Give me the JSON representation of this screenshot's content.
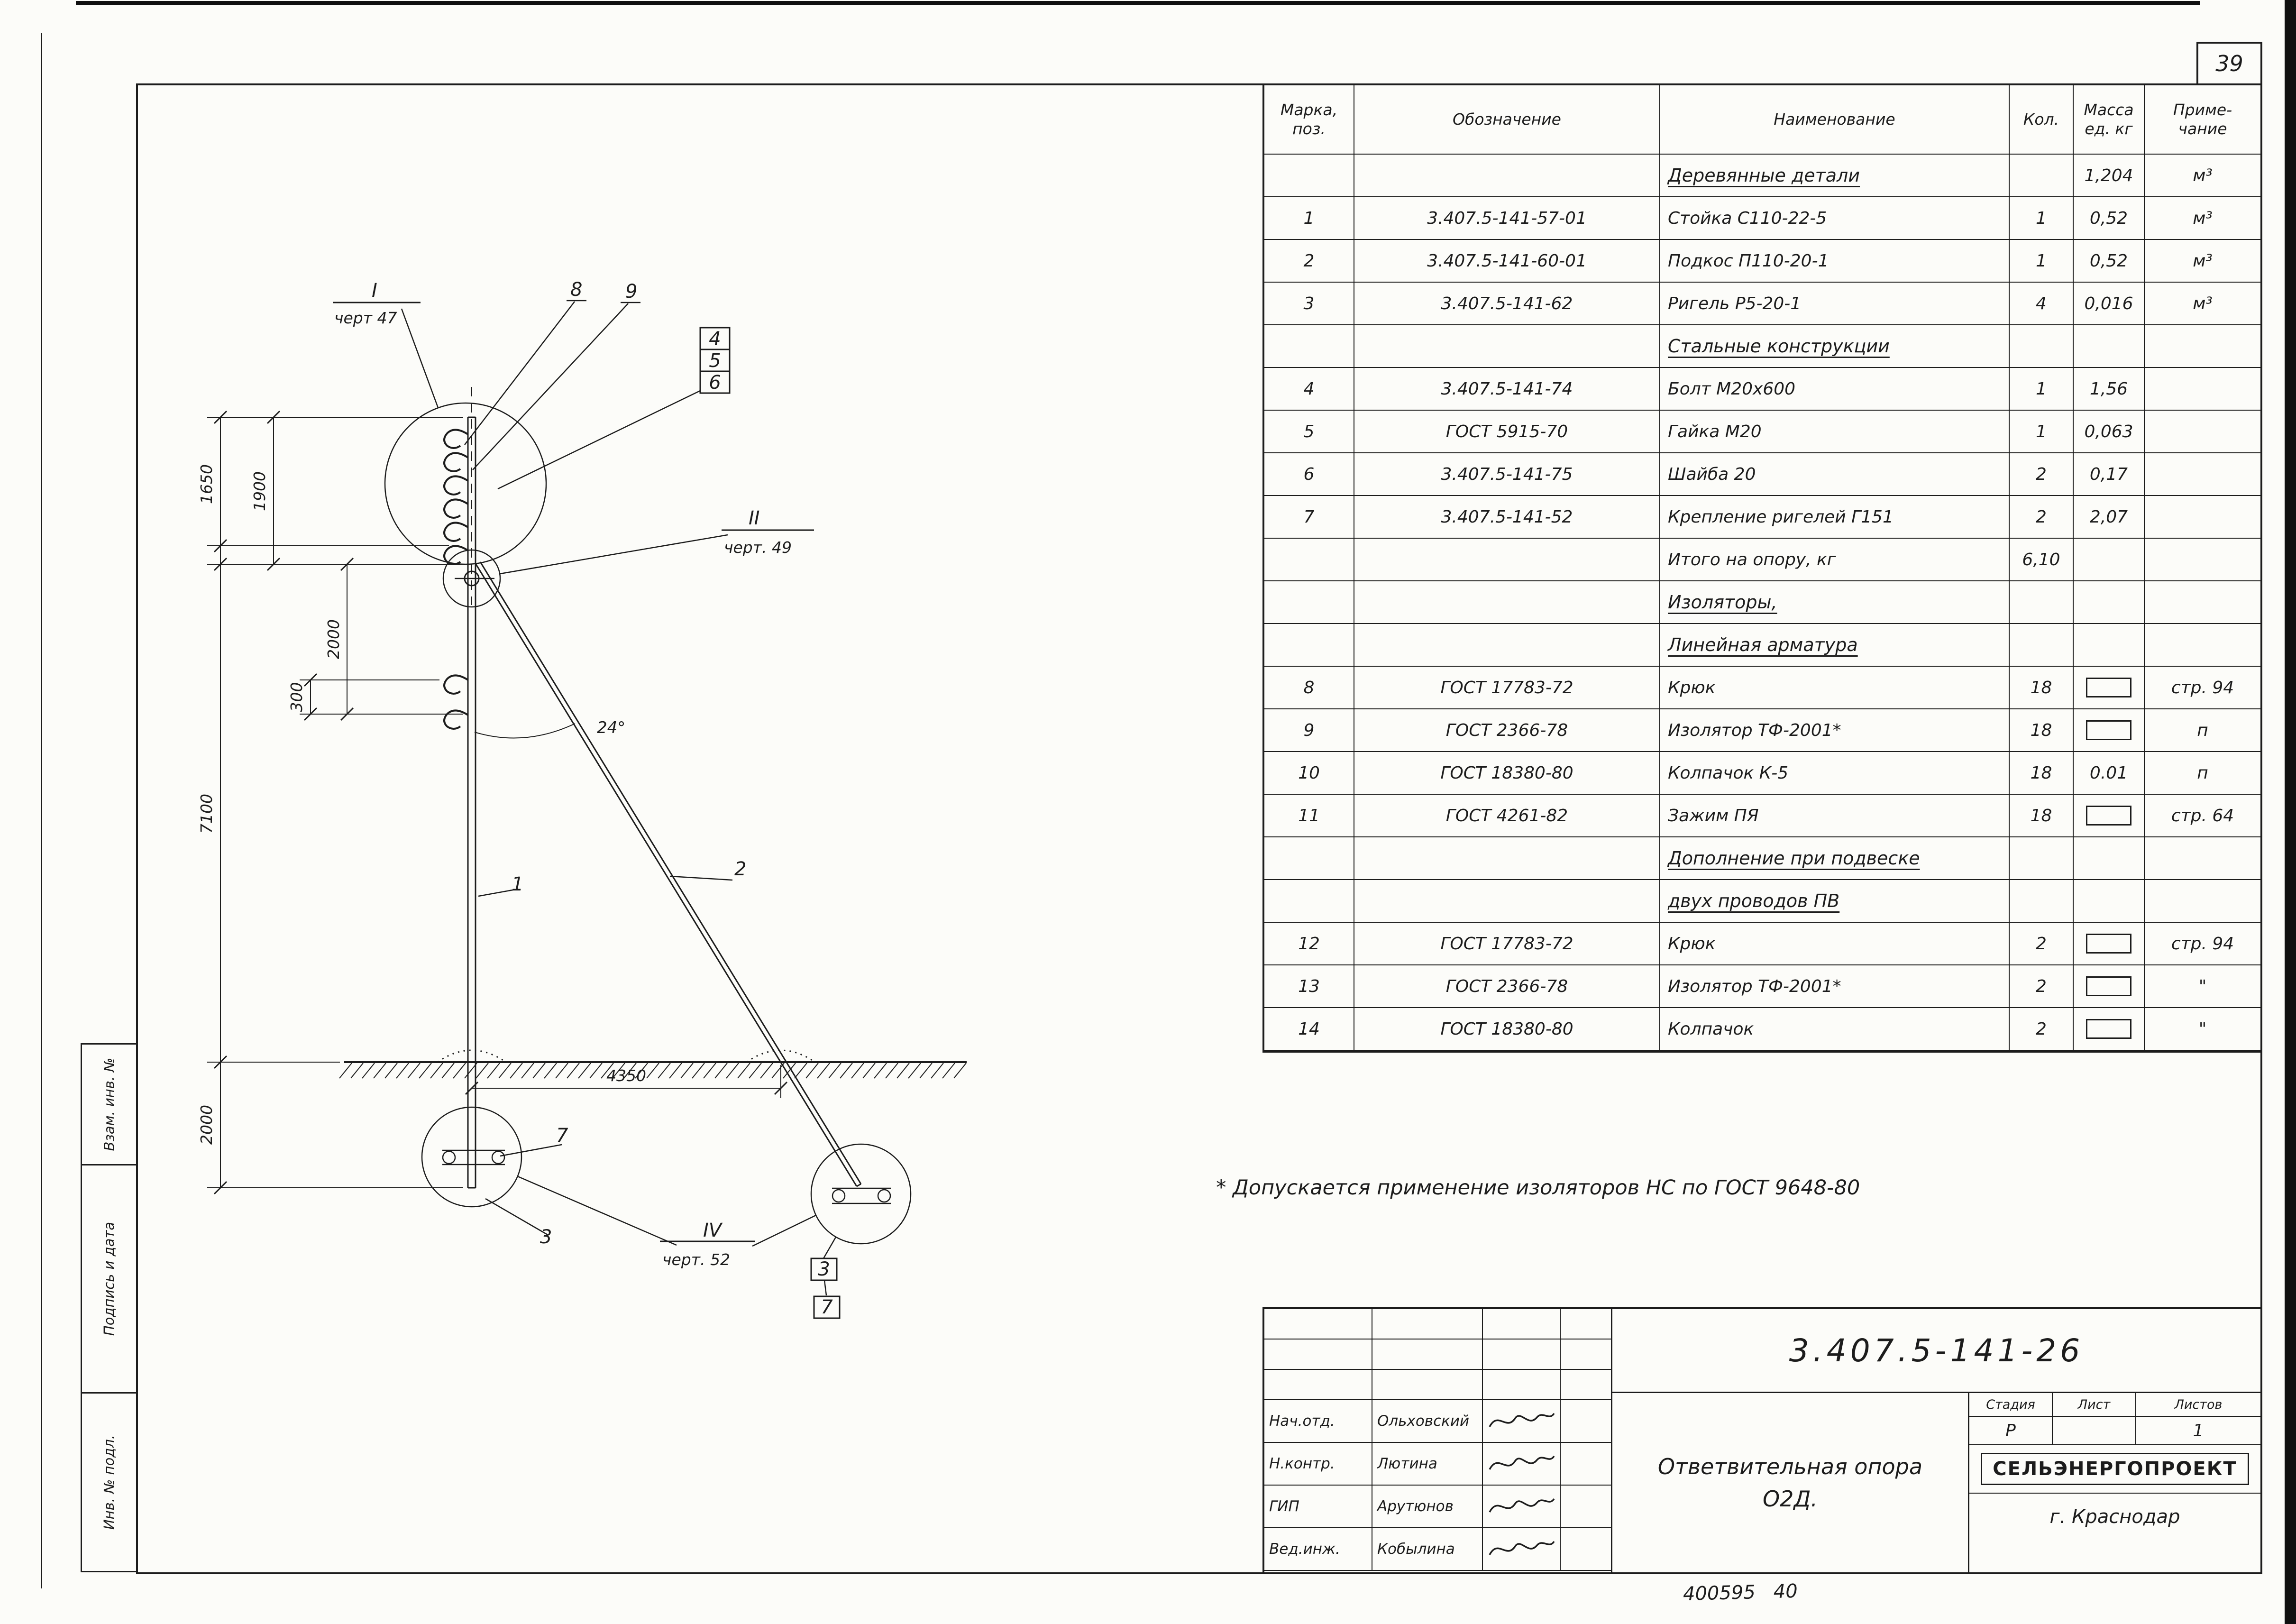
{
  "page": {
    "number": "39",
    "footer": "400595   40"
  },
  "stamp_column": {
    "box1": "Взам. инв. №",
    "box2": "Подпись и дата",
    "box3": "Инв. № подл."
  },
  "spec_table": {
    "headers": {
      "mark": "Марка,\nпоз.",
      "designation": "Обозначение",
      "name": "Наименование",
      "qty": "Кол.",
      "mass": "Масса\nед. кг",
      "note": "Приме-\nчание"
    },
    "rows": [
      {
        "type": "section",
        "name": "Деревянные детали",
        "mass": "1,204",
        "note": "м³"
      },
      {
        "type": "item",
        "mark": "1",
        "designation": "3.407.5-141-57-01",
        "name": "Стойка С110-22-5",
        "qty": "1",
        "mass": "0,52",
        "note": "м³"
      },
      {
        "type": "item",
        "mark": "2",
        "designation": "3.407.5-141-60-01",
        "name": "Подкос П110-20-1",
        "qty": "1",
        "mass": "0,52",
        "note": "м³"
      },
      {
        "type": "item",
        "mark": "3",
        "designation": "3.407.5-141-62",
        "name": "Ригель Р5-20-1",
        "qty": "4",
        "mass": "0,016",
        "note": "м³"
      },
      {
        "type": "section",
        "name": "Стальные конструкции"
      },
      {
        "type": "item",
        "mark": "4",
        "designation": "3.407.5-141-74",
        "name": "Болт М20х600",
        "qty": "1",
        "mass": "1,56"
      },
      {
        "type": "item",
        "mark": "5",
        "designation": "ГОСТ 5915-70",
        "name": "Гайка М20",
        "qty": "1",
        "mass": "0,063"
      },
      {
        "type": "item",
        "mark": "6",
        "designation": "3.407.5-141-75",
        "name": "Шайба 20",
        "qty": "2",
        "mass": "0,17"
      },
      {
        "type": "item",
        "mark": "7",
        "designation": "3.407.5-141-52",
        "name": "Крепление ригелей Г151",
        "qty": "2",
        "mass": "2,07"
      },
      {
        "type": "subtotal",
        "name": "Итого на опору, кг",
        "qty": "6,10"
      },
      {
        "type": "section",
        "name": "Изоляторы,"
      },
      {
        "type": "section",
        "name": "Линейная арматура"
      },
      {
        "type": "item",
        "mark": "8",
        "designation": "ГОСТ 17783-72",
        "name": "Крюк",
        "qty": "18",
        "mass_box": true,
        "note": "стр. 94"
      },
      {
        "type": "item",
        "mark": "9",
        "designation": "ГОСТ 2366-78",
        "name": "Изолятор ТФ-2001*",
        "qty": "18",
        "mass_box": true,
        "note": "п"
      },
      {
        "type": "item",
        "mark": "10",
        "designation": "ГОСТ 18380-80",
        "name": "Колпачок К-5",
        "qty": "18",
        "mass": "0.01",
        "note": "п"
      },
      {
        "type": "item",
        "mark": "11",
        "designation": "ГОСТ 4261-82",
        "name": "Зажим ПЯ",
        "qty": "18",
        "mass_box": true,
        "note": "стр. 64"
      },
      {
        "type": "section",
        "name": "Дополнение при подвеске"
      },
      {
        "type": "section",
        "name": "двух проводов ПВ"
      },
      {
        "type": "item",
        "mark": "12",
        "designation": "ГОСТ 17783-72",
        "name": "Крюк",
        "qty": "2",
        "mass_box": true,
        "note": "стр. 94"
      },
      {
        "type": "item",
        "mark": "13",
        "designation": "ГОСТ 2366-78",
        "name": "Изолятор ТФ-2001*",
        "qty": "2",
        "mass_box": true,
        "note": "\""
      },
      {
        "type": "item",
        "mark": "14",
        "designation": "ГОСТ 18380-80",
        "name": "Колпачок",
        "qty": "2",
        "mass_box": true,
        "note": "\""
      }
    ]
  },
  "footnote": "* Допускается  применение  изоляторов  НС  по ГОСТ 9648-80",
  "title_block": {
    "doc_number": "3.407.5-141-26",
    "title_line1": "Ответвительная опора",
    "title_line2": "О2Д.",
    "stage_label": "Стадия",
    "sheet_label": "Лист",
    "sheets_label": "Листов",
    "stage_value": "Р",
    "sheet_value": "",
    "sheets_value": "1",
    "org": "СЕЛЬЭНЕРГОПРОЕКТ",
    "city": "г. Краснодар",
    "signatures": [
      {
        "role": "Нач.отд.",
        "name": "Ольховский"
      },
      {
        "role": "Н.контр.",
        "name": "Лютина"
      },
      {
        "role": "ГИП",
        "name": "Арутюнов"
      },
      {
        "role": "Вед.инж.",
        "name": "Кобылина"
      }
    ]
  },
  "drawing": {
    "callouts": {
      "d1_num": "I",
      "d1_ref": "черт 47",
      "d2_num": "II",
      "d2_ref": "черт. 49",
      "d4_num": "IV",
      "d4_ref": "черт. 52"
    },
    "labels": {
      "n1": "1",
      "n2": "2",
      "n3": "3",
      "n3b": "3",
      "n4": "4",
      "n5": "5",
      "n6": "6",
      "n7": "7",
      "n7b": "7",
      "n8": "8",
      "n9": "9"
    },
    "dims": {
      "d1650": "1650",
      "d1900": "1900",
      "d2000a": "2000",
      "d300": "300",
      "d7100": "7100",
      "d2000b": "2000",
      "d4350": "4350",
      "angle": "24°"
    }
  }
}
